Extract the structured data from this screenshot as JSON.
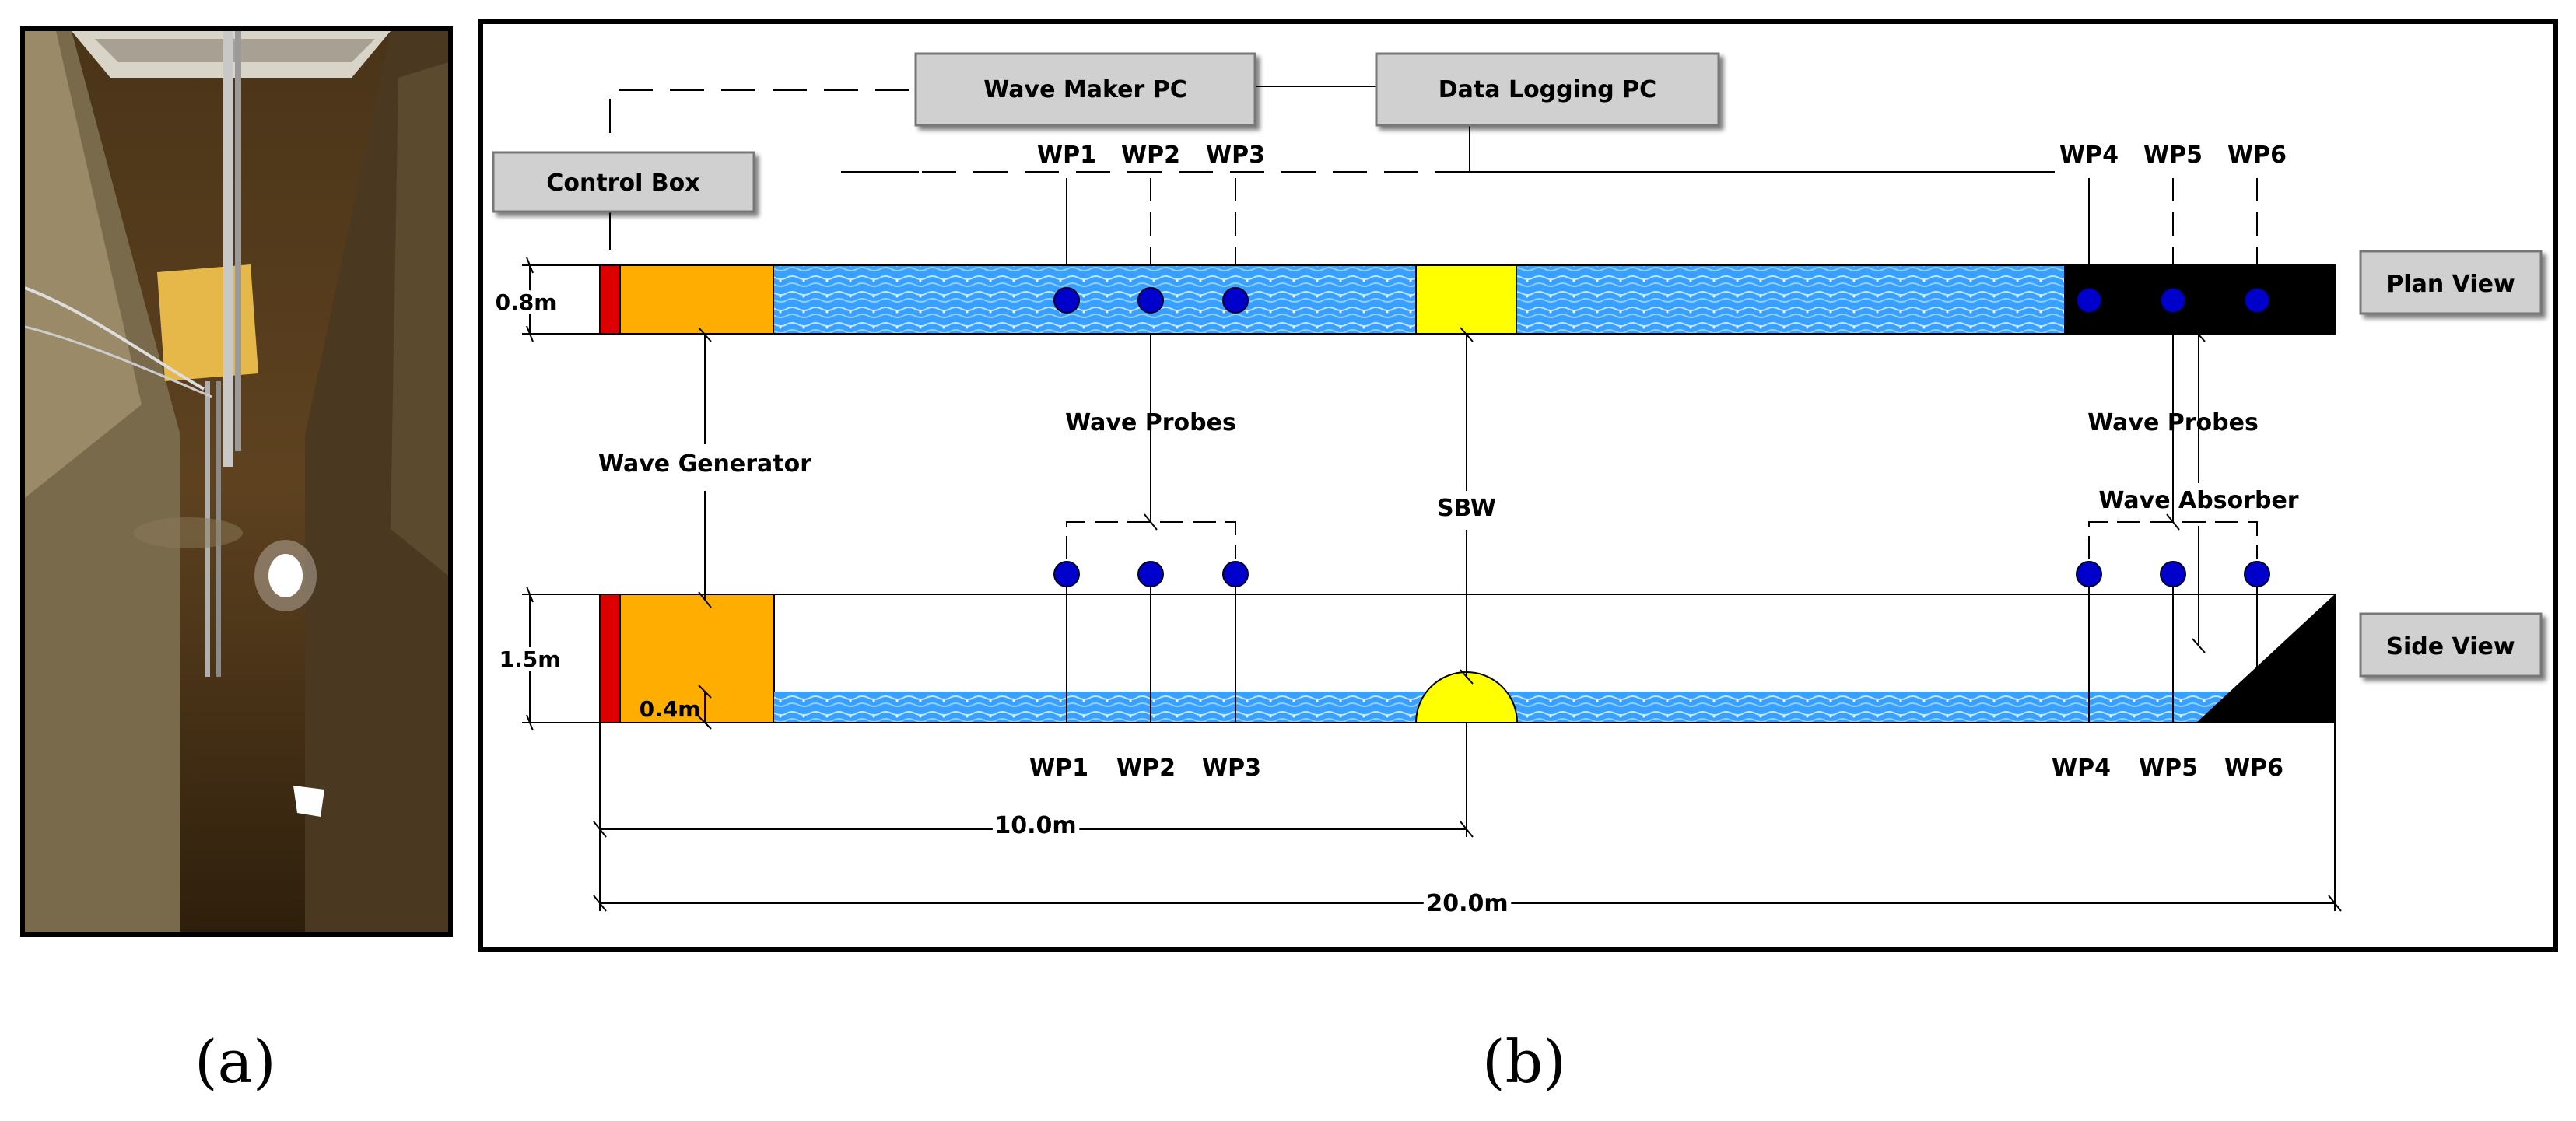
{
  "panel_labels": {
    "a": "(a)",
    "b": "(b)"
  },
  "boxes": {
    "wave_maker_pc": "Wave Maker PC",
    "data_logging_pc": "Data Logging PC",
    "control_box": "Control Box",
    "plan_view": "Plan View",
    "side_view": "Side View"
  },
  "labels": {
    "wave_generator": "Wave Generator",
    "wave_probes_left": "Wave Probes",
    "wave_probes_right": "Wave Probes",
    "sbw": "SBW",
    "wave_absorber": "Wave Absorber"
  },
  "probes_plan": [
    "WP1",
    "WP2",
    "WP3",
    "WP4",
    "WP5",
    "WP6"
  ],
  "probes_side": [
    "WP1",
    "WP2",
    "WP3",
    "WP4",
    "WP5",
    "WP6"
  ],
  "dimensions": {
    "plan_width": "0.8m",
    "side_height": "1.5m",
    "water_depth": "0.4m",
    "to_sbw": "10.0m",
    "total_length": "20.0m"
  },
  "colors": {
    "water": "#3aa0ff",
    "water_light": "#a9dcff",
    "generator": "#ffae00",
    "paddle": "#dd0000",
    "sbw": "#ffff00",
    "absorber": "#000000",
    "probe": "#0000cc",
    "box_fill": "#d0d0d0"
  }
}
